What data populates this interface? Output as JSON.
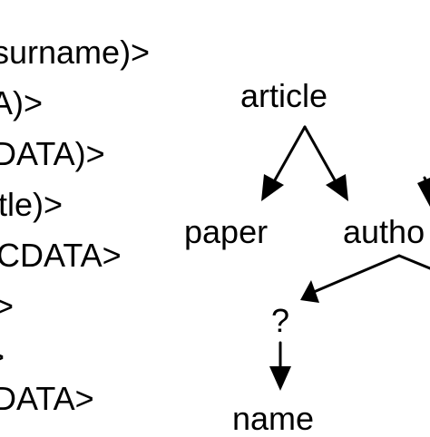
{
  "dtd_lines": [
    "surname)>",
    "A)>",
    "DATA)>",
    "tle)>",
    "CDATA>",
    ">",
    ">",
    "DATA>"
  ],
  "tree": {
    "nodes": {
      "article": "article",
      "paper": "paper",
      "author": "autho",
      "optional": "?",
      "name": "name"
    }
  },
  "colors": {
    "ink": "#000000",
    "background": "#ffffff"
  }
}
